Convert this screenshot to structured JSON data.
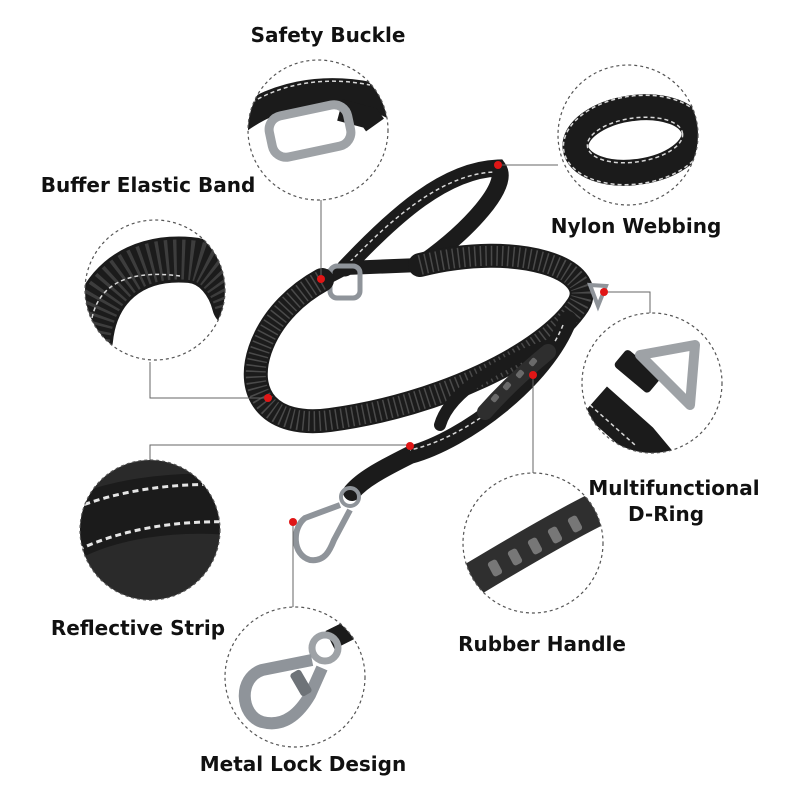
{
  "labels": {
    "safety_buckle": "Safety Buckle",
    "buffer_elastic_band": "Buffer Elastic Band",
    "nylon_webbing": "Nylon Webbing",
    "multifunctional_line1": "Multifunctional",
    "multifunctional_line2": "D-Ring",
    "reflective_strip": "Reflective Strip",
    "rubber_handle": "Rubber Handle",
    "metal_lock_design": "Metal Lock Design"
  },
  "colors": {
    "leash": "#1b1b1b",
    "reflective": "#d8d8d8",
    "marker": "#e01616",
    "callout_line": "#666666",
    "circle_border": "#555555",
    "metal": "#8f949a"
  }
}
